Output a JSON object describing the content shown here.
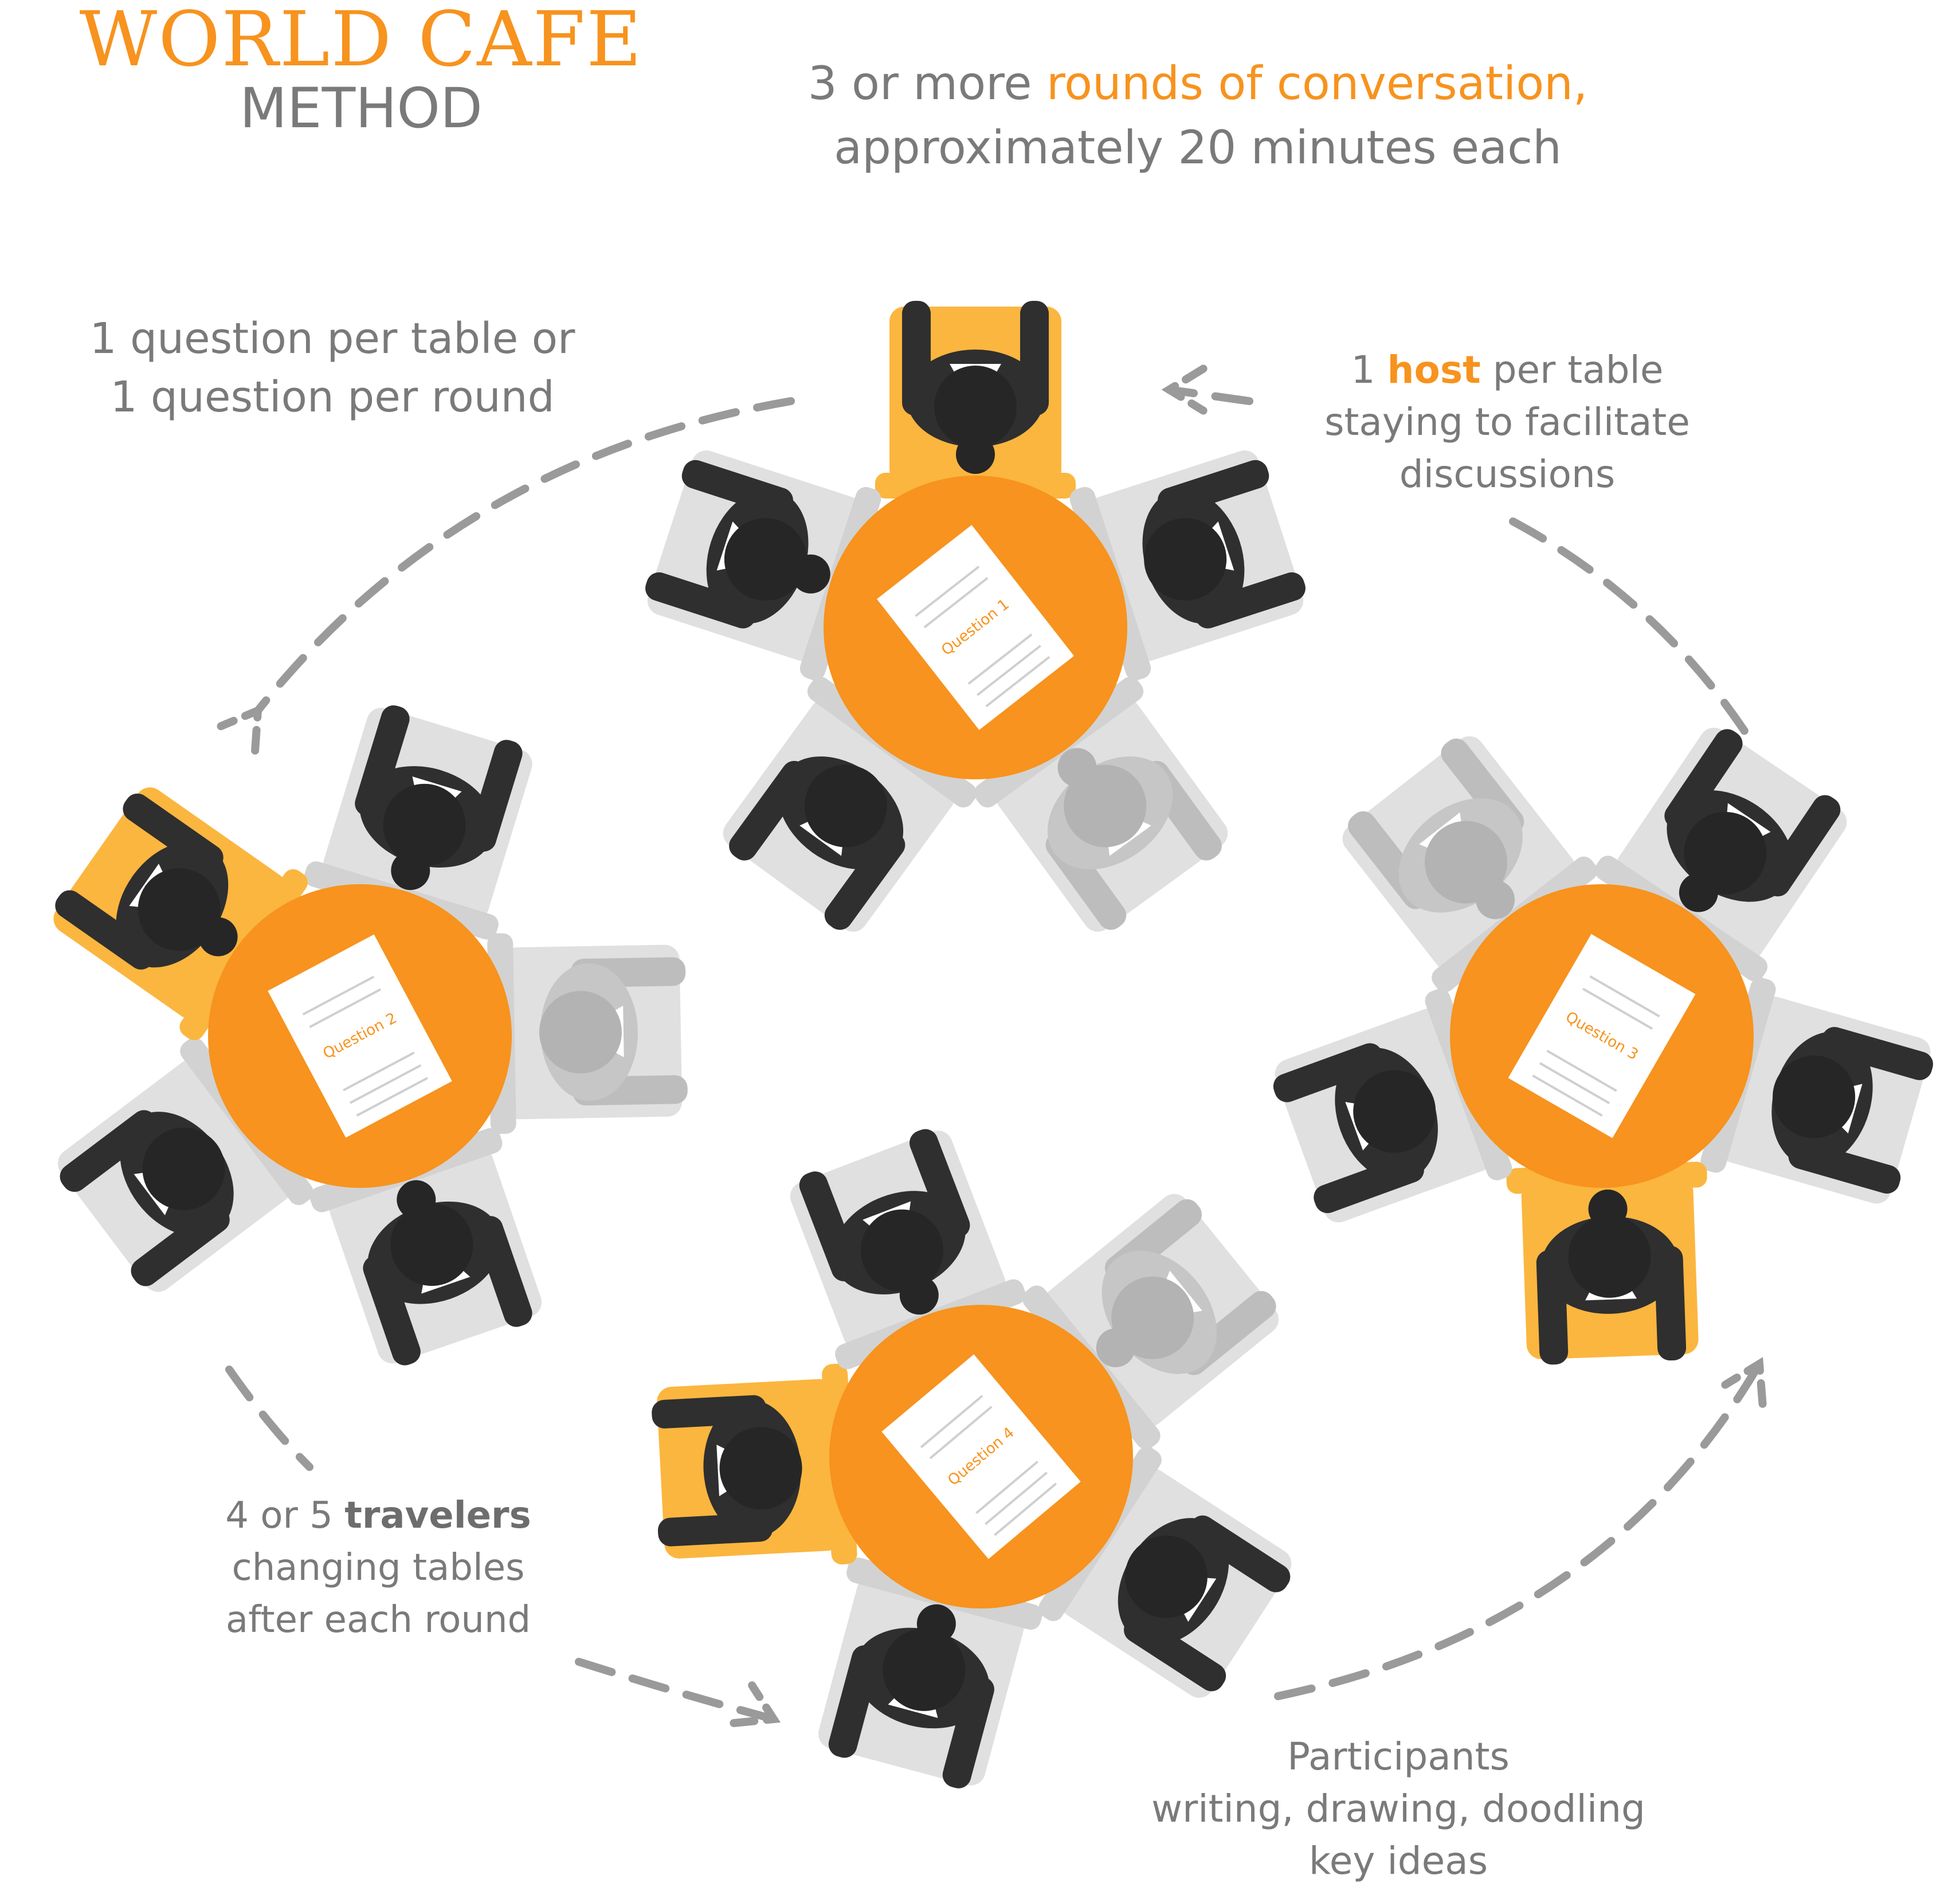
{
  "title": {
    "line1": "WORLD CAFE",
    "line2": "METHOD"
  },
  "rounds": {
    "prefix": "3 or more ",
    "highlight": "rounds of conversation,",
    "line2": "approximately 20 minutes each"
  },
  "question_note": {
    "line1": "1 question per table or",
    "line2": "1 question per round"
  },
  "host_note": {
    "prefix": "1 ",
    "highlight": "host",
    "suffix": " per table",
    "line2": "staying to facilitate",
    "line3": "discussions"
  },
  "travelers_note": {
    "prefix": "4 or 5 ",
    "highlight": "travelers",
    "line2": "changing tables",
    "line3": "after each round"
  },
  "participants_note": {
    "line1": "Participants",
    "line2": "writing, drawing, doodling",
    "line3": "key ideas"
  },
  "tables": [
    {
      "paper_label": "Question 1"
    },
    {
      "paper_label": "Question 2"
    },
    {
      "paper_label": "Question 3"
    },
    {
      "paper_label": "Question 4"
    }
  ],
  "colors": {
    "table": "#f7931e",
    "host_chair": "#fbb63f",
    "chair": "#e0e0e0",
    "person_dark": "#2f2f2f",
    "person_light": "#c6c6c6",
    "shirt": "#ffffff",
    "arrow": "#9a9a9a"
  }
}
